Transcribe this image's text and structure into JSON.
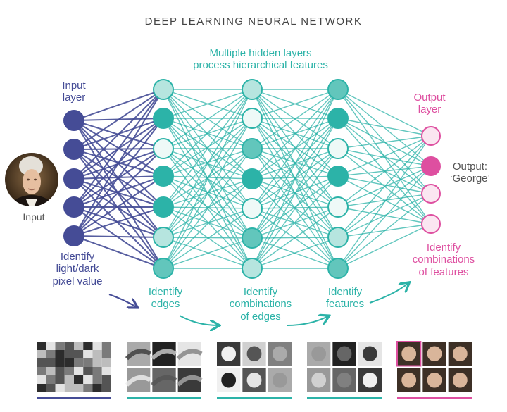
{
  "title": "DEEP LEARNING NEURAL NETWORK",
  "hidden_caption": "Multiple hidden layers\nprocess hierarchical features",
  "input_layer_label": "Input\nlayer",
  "output_layer_label": "Output\nlayer",
  "output_value_label": "Output:\n‘George’",
  "input_image_label": "Input",
  "stages": [
    {
      "label": "Identify\nlight/dark\npixel value",
      "color": "#454c96"
    },
    {
      "label": "Identify\nedges",
      "color": "#2cb3a8"
    },
    {
      "label": "Identify\ncombinations\nof edges",
      "color": "#2cb3a8"
    },
    {
      "label": "Identify\nfeatures",
      "color": "#2cb3a8"
    },
    {
      "label": "Identify\ncombinations\nof features",
      "color": "#de4fa0"
    }
  ],
  "colors": {
    "input": "#454c96",
    "hidden": "#2cb3a8",
    "hidden_dark": "#1f9e93",
    "hidden_mid": "#62c6bc",
    "hidden_light": "#b6e5df",
    "hidden_white": "#eef9f7",
    "output": "#de4fa0",
    "output_light": "#fbe6f1"
  },
  "layers": [
    {
      "name": "input",
      "fills": [
        "input",
        "input",
        "input",
        "input",
        "input"
      ]
    },
    {
      "name": "hidden-1",
      "fills": [
        "hidden_light",
        "hidden",
        "hidden_white",
        "hidden",
        "hidden",
        "hidden_light",
        "hidden_mid"
      ]
    },
    {
      "name": "hidden-2",
      "fills": [
        "hidden_light",
        "hidden_white",
        "hidden_mid",
        "hidden",
        "hidden_white",
        "hidden_mid",
        "hidden_light"
      ]
    },
    {
      "name": "hidden-3",
      "fills": [
        "hidden_mid",
        "hidden",
        "hidden_white",
        "hidden",
        "hidden_white",
        "hidden_light",
        "hidden_mid"
      ]
    },
    {
      "name": "output",
      "fills": [
        "output_light",
        "output",
        "output_light",
        "output_light"
      ]
    }
  ],
  "thumbnail_sets": [
    {
      "name": "pixel-grid",
      "bar_color": "#454c96"
    },
    {
      "name": "edges",
      "bar_color": "#2cb3a8"
    },
    {
      "name": "edge-combinations",
      "bar_color": "#2cb3a8"
    },
    {
      "name": "features",
      "bar_color": "#2cb3a8"
    },
    {
      "name": "faces",
      "bar_color": "#de4fa0"
    }
  ]
}
